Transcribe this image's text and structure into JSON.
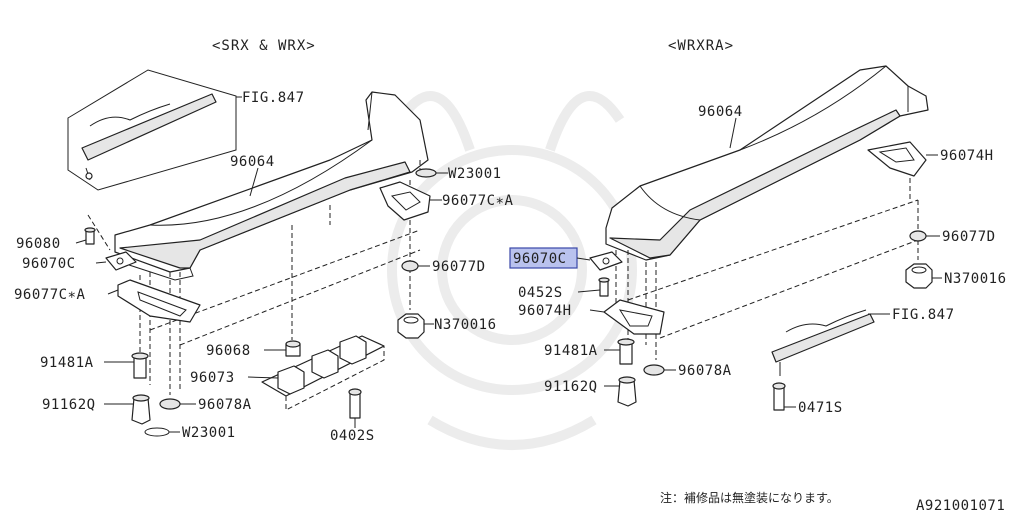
{
  "headers": {
    "left": "<SRX & WRX>",
    "right": "<WRXRA>"
  },
  "labels": {
    "fig847_left": "FIG.847",
    "p96064_left": "96064",
    "w23001_top": "W23001",
    "p96077ca_right": "96077C∗A",
    "p96080": "96080",
    "p96070c_left": "96070C",
    "p96077ca_left": "96077C∗A",
    "p96077d_left": "96077D",
    "n370016_left": "N370016",
    "p96068": "96068",
    "p96073": "96073",
    "p91481a_left": "91481A",
    "p91162q_left": "91162Q",
    "p96078a_left": "96078A",
    "w23001_bottom": "W23001",
    "p0402s": "0402S",
    "p96064_right": "96064",
    "p96074h_top": "96074H",
    "p96070c_right": "96070C",
    "p96077d_right": "96077D",
    "n370016_right": "N370016",
    "p0452s": "0452S",
    "p96074h_left": "96074H",
    "fig847_right": "FIG.847",
    "p91481a_right": "91481A",
    "p91162q_right": "91162Q",
    "p96078a_right": "96078A",
    "p0471s": "0471S"
  },
  "footer": {
    "note": "注：補修品は無塗装になります。",
    "ref_code": "A921001071"
  },
  "highlight": {
    "part": "96070C",
    "fill": "#b9c2ee",
    "border": "#3a48a8"
  }
}
